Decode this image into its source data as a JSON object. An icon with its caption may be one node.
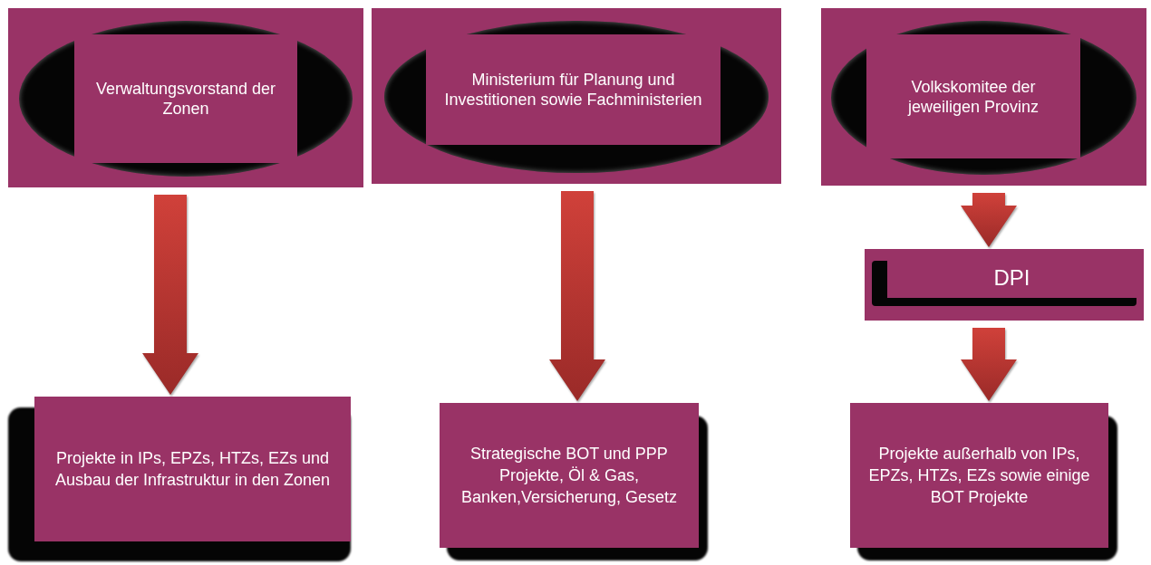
{
  "diagram": {
    "nodes": [
      {
        "text": [
          "Verwaltungsvorstand der Zonen"
        ]
      },
      {
        "text": [
          "Ministerium für Planung und Investitionen sowie Fachministerien"
        ]
      },
      {
        "text": [
          "Volkskomitee der jeweiligen Provinz"
        ]
      },
      {
        "text": [
          "DPI"
        ]
      },
      {
        "text": [
          "Projekte in IPs, EPZs, HTZs, EZs und Ausbau der Infrastruktur in den Zonen"
        ]
      },
      {
        "text": [
          "Strategische BOT und PPP Projekte, Öl & Gas, Banken,Versicherung, Gesetz"
        ]
      },
      {
        "text": [
          "Projekte außerhalb von IPs, EPZs, HTZs, EZs sowie einige BOT Projekte"
        ]
      }
    ],
    "edges": [
      {
        "from": 0,
        "to": 4,
        "arrow": "to",
        "style": "thick"
      },
      {
        "from": 1,
        "to": 5,
        "arrow": "to",
        "style": "thick"
      },
      {
        "from": 2,
        "to": 3,
        "arrow": "to",
        "style": "thick"
      },
      {
        "from": 3,
        "to": 6,
        "arrow": "to",
        "style": "thick"
      }
    ]
  }
}
